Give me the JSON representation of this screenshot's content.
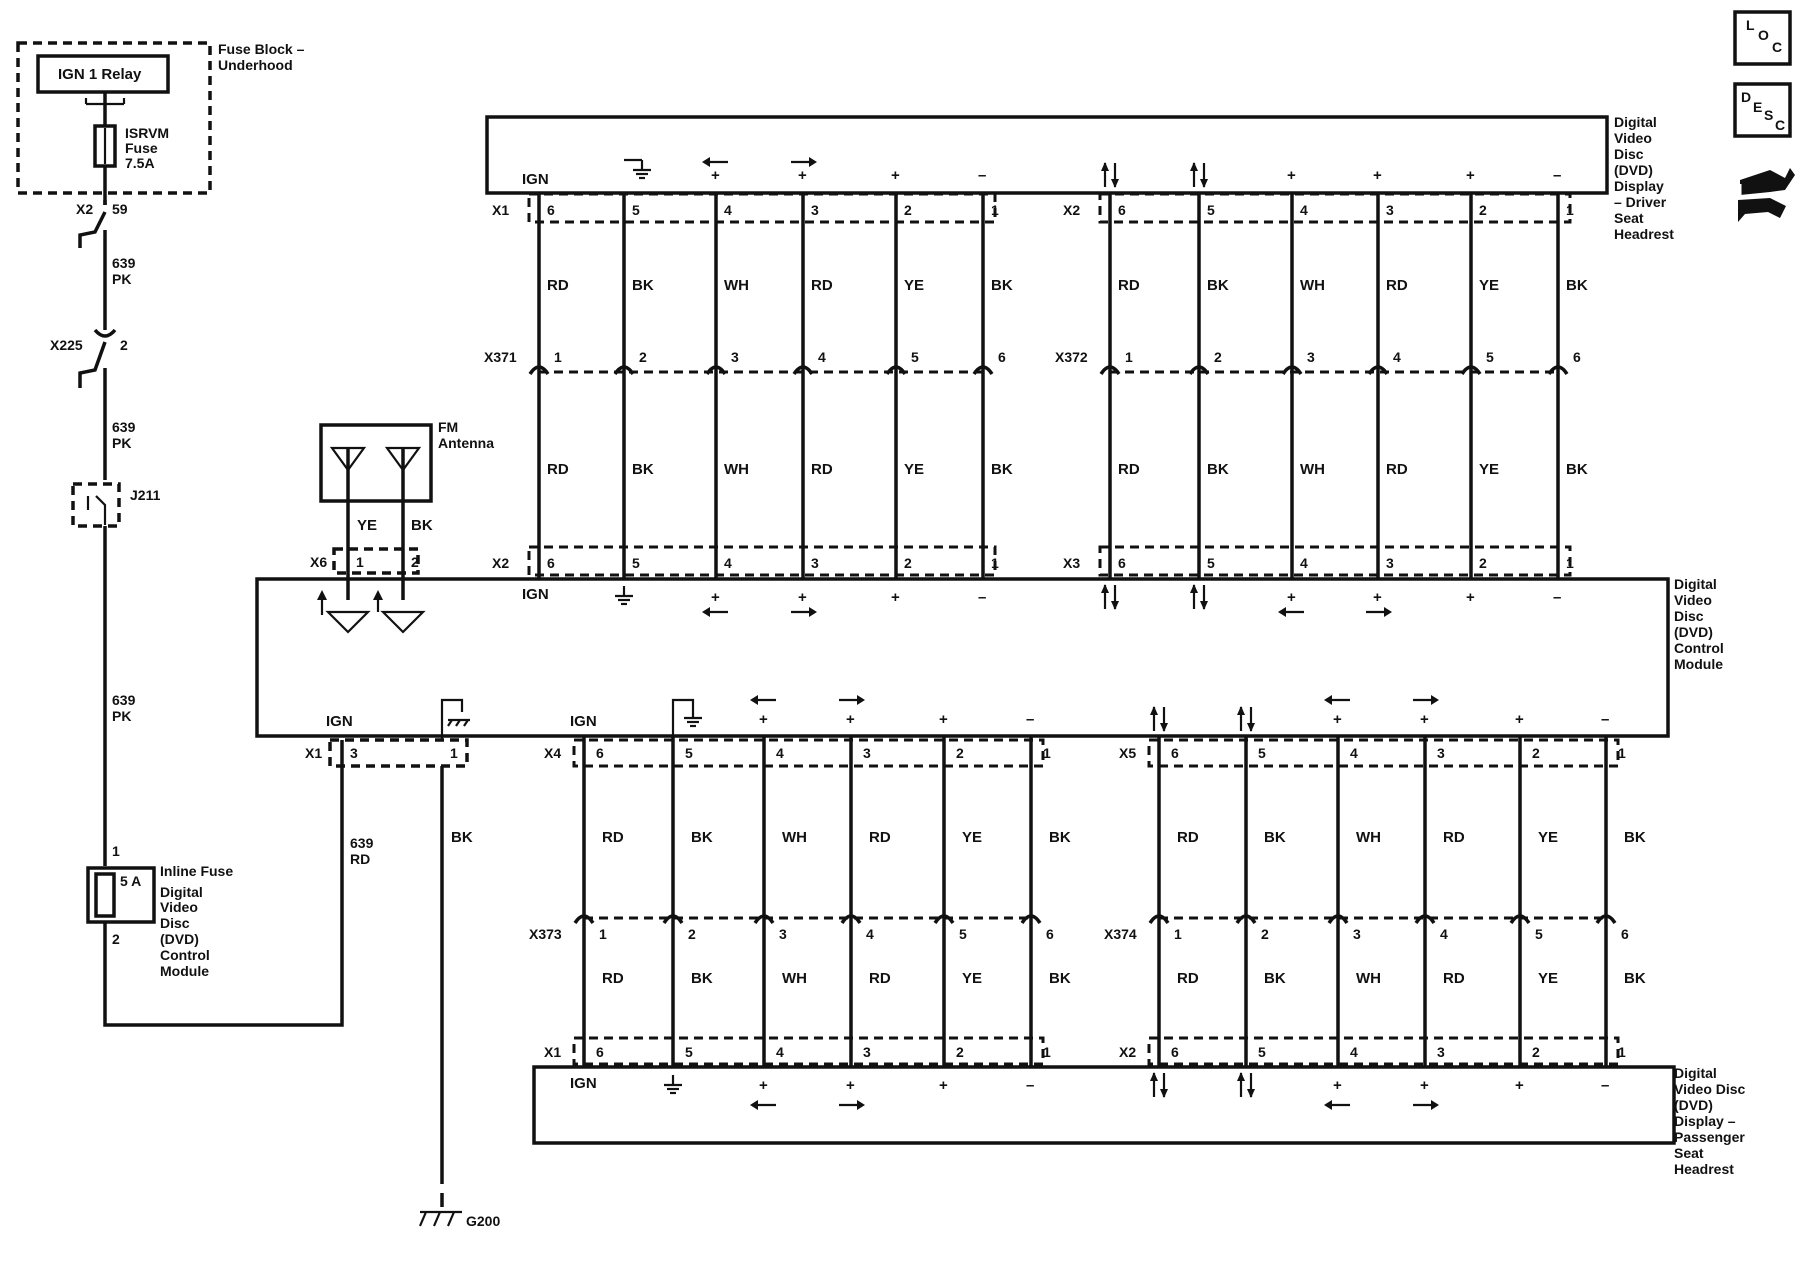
{
  "fuse_block": {
    "title": "Fuse Block – Underhood",
    "relay": "IGN 1 Relay",
    "fuse_name": "ISRVM",
    "fuse_word": "Fuse",
    "fuse_rating": "7.5A",
    "conn": "X2",
    "pin": "59"
  },
  "left_circuit": {
    "wire_segments": [
      {
        "circuit": "639",
        "color": "PK"
      },
      {
        "circuit": "639",
        "color": "PK"
      },
      {
        "circuit": "639",
        "color": "PK"
      }
    ],
    "x225": {
      "name": "X225",
      "pin": "2"
    },
    "splice": "J211",
    "inline_fuse": {
      "rating": "5 A",
      "pin_top": "1",
      "pin_bottom": "2",
      "lines": [
        "Inline Fuse",
        "Digital",
        "Video",
        "Disc",
        "(DVD)",
        "Control",
        "Module"
      ]
    },
    "rd_wire": {
      "circuit": "639",
      "color": "RD"
    }
  },
  "fm_antenna": {
    "label_lines": [
      "FM",
      "Antenna"
    ],
    "wire_colors": [
      "YE",
      "BK"
    ],
    "conn": "X6",
    "pins": [
      "1",
      "2"
    ]
  },
  "driver_display": {
    "label_lines": [
      "Digital",
      "Video",
      "Disc",
      "(DVD)",
      "Display",
      "– Driver",
      "Seat",
      "Headrest"
    ],
    "connectors": [
      {
        "name": "X1",
        "pins": [
          "6",
          "5",
          "4",
          "3",
          "2",
          "1"
        ],
        "symbols": [
          "IGN",
          "gnd",
          "+ ←",
          "+ →",
          "+",
          "–"
        ]
      },
      {
        "name": "X2",
        "pins": [
          "6",
          "5",
          "4",
          "3",
          "2",
          "1"
        ],
        "symbols": [
          "↑↓",
          "↑↓",
          "+",
          "+",
          "+",
          "–"
        ]
      }
    ]
  },
  "inline_upper": [
    {
      "name": "X371",
      "pins": [
        "1",
        "2",
        "3",
        "4",
        "5",
        "6"
      ]
    },
    {
      "name": "X372",
      "pins": [
        "1",
        "2",
        "3",
        "4",
        "5",
        "6"
      ]
    }
  ],
  "wire_colors_upper": [
    "RD",
    "BK",
    "WH",
    "RD",
    "YE",
    "BK"
  ],
  "control_module": {
    "label_lines": [
      "Digital",
      "Video",
      "Disc",
      "(DVD)",
      "Control",
      "Module"
    ],
    "top_connectors": [
      {
        "name": "X2",
        "pins": [
          "6",
          "5",
          "4",
          "3",
          "2",
          "1"
        ]
      },
      {
        "name": "X3",
        "pins": [
          "6",
          "5",
          "4",
          "3",
          "2",
          "1"
        ]
      }
    ],
    "bottom_connectors": [
      {
        "name": "X1",
        "pins": [
          "3",
          "1"
        ],
        "labels": [
          "IGN"
        ]
      },
      {
        "name": "X4",
        "pins": [
          "6",
          "5",
          "4",
          "3",
          "2",
          "1"
        ],
        "labels": [
          "IGN"
        ]
      },
      {
        "name": "X5",
        "pins": [
          "6",
          "5",
          "4",
          "3",
          "2",
          "1"
        ]
      }
    ],
    "x1_ground_wire": "BK",
    "top_ign": "IGN"
  },
  "inline_lower": [
    {
      "name": "X373",
      "pins": [
        "1",
        "2",
        "3",
        "4",
        "5",
        "6"
      ]
    },
    {
      "name": "X374",
      "pins": [
        "1",
        "2",
        "3",
        "4",
        "5",
        "6"
      ]
    }
  ],
  "wire_colors_lower": [
    "RD",
    "BK",
    "WH",
    "RD",
    "YE",
    "BK"
  ],
  "passenger_display": {
    "label_lines": [
      "Digital",
      "Video Disc",
      "(DVD)",
      "Display –",
      "Passenger",
      "Seat",
      "Headrest"
    ],
    "connectors": [
      {
        "name": "X1",
        "pins": [
          "6",
          "5",
          "4",
          "3",
          "2",
          "1"
        ]
      },
      {
        "name": "X2",
        "pins": [
          "6",
          "5",
          "4",
          "3",
          "2",
          "1"
        ]
      }
    ],
    "ign": "IGN"
  },
  "ground": {
    "name": "G200"
  },
  "corner_icons": {
    "loc": [
      "L",
      "O",
      "C"
    ],
    "desc": [
      "D",
      "E",
      "S",
      "C"
    ]
  }
}
